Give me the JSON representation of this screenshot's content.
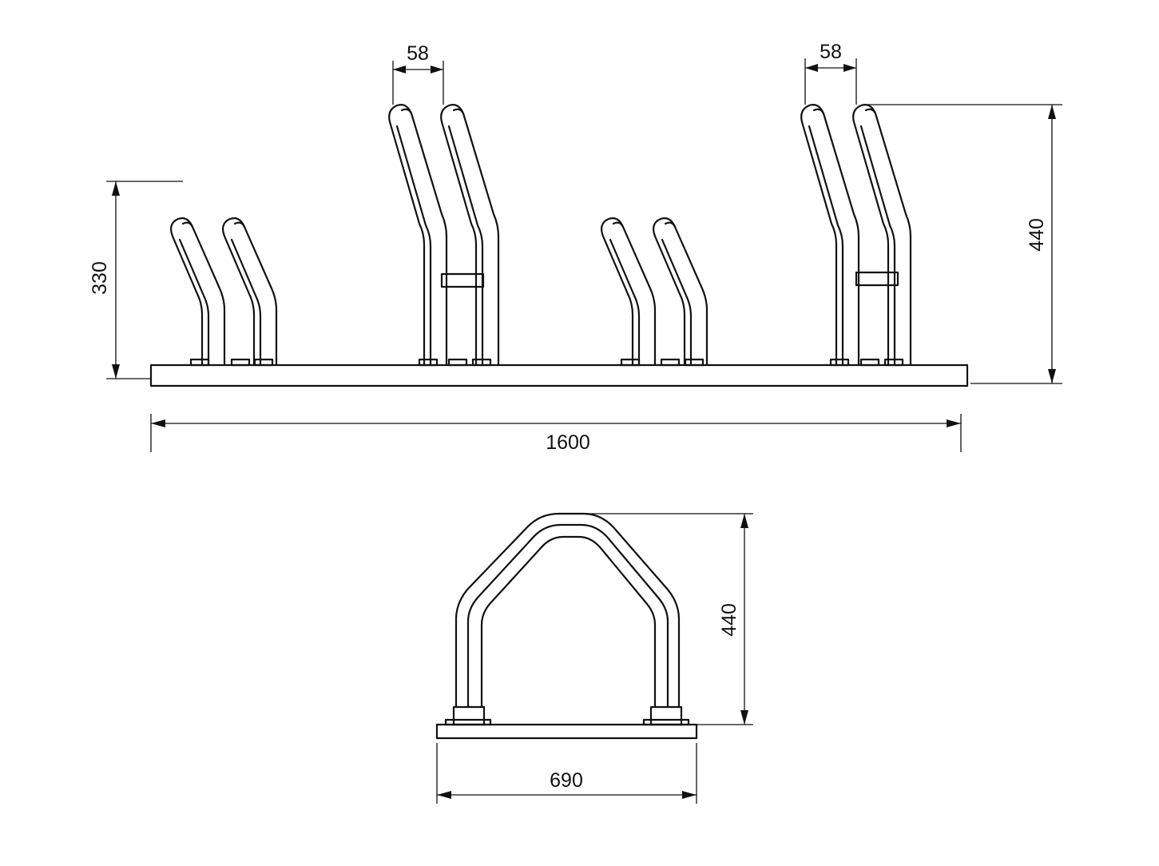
{
  "front_view": {
    "dim_width": "1600",
    "dim_low_height": "330",
    "dim_high_height": "440",
    "dim_gap_left": "58",
    "dim_gap_right": "58"
  },
  "side_view": {
    "dim_height": "440",
    "dim_width": "690"
  },
  "colors": {
    "line": "#111111",
    "background": "#ffffff"
  }
}
